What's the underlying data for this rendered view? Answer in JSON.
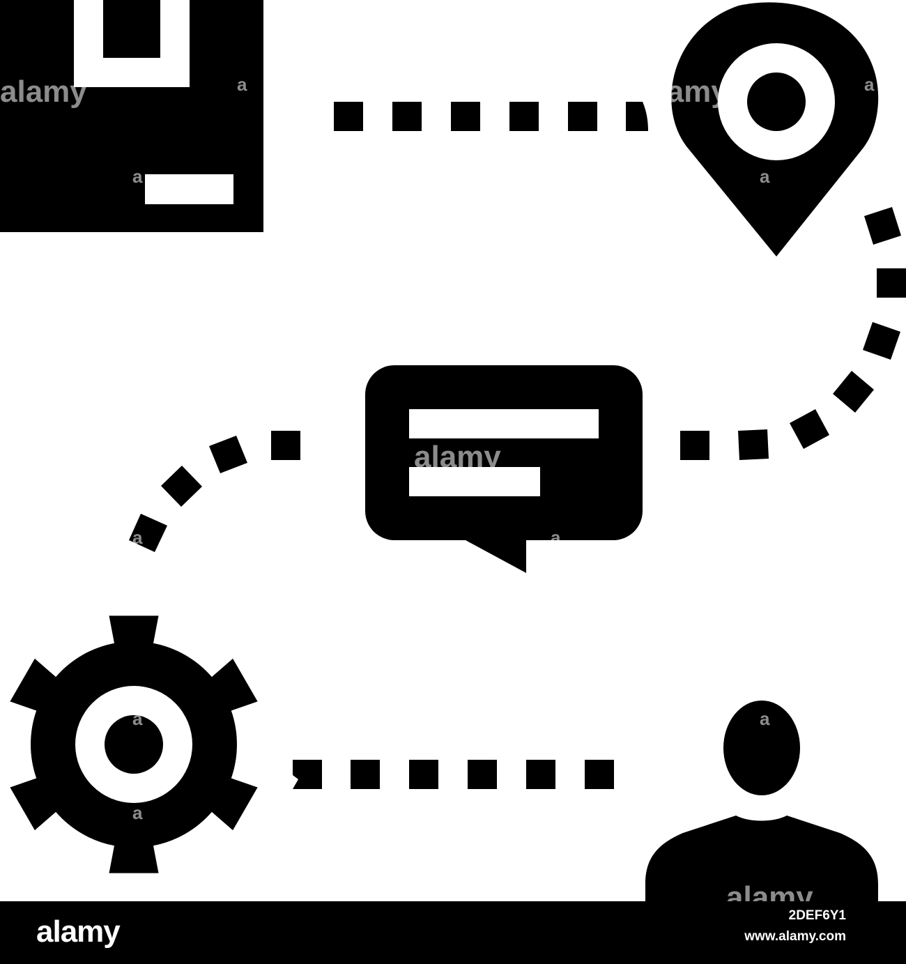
{
  "watermark": {
    "text": "alamy",
    "letter": "a"
  },
  "footer": {
    "logo": "alamy",
    "image_id": "2DEF6Y1",
    "url": "www.alamy.com"
  },
  "colors": {
    "icon": "#000000",
    "background": "#ffffff",
    "footer_bar": "#000000"
  },
  "icons": [
    "box-icon",
    "location-pin-icon",
    "speech-bubble-icon",
    "gear-icon",
    "person-icon"
  ]
}
